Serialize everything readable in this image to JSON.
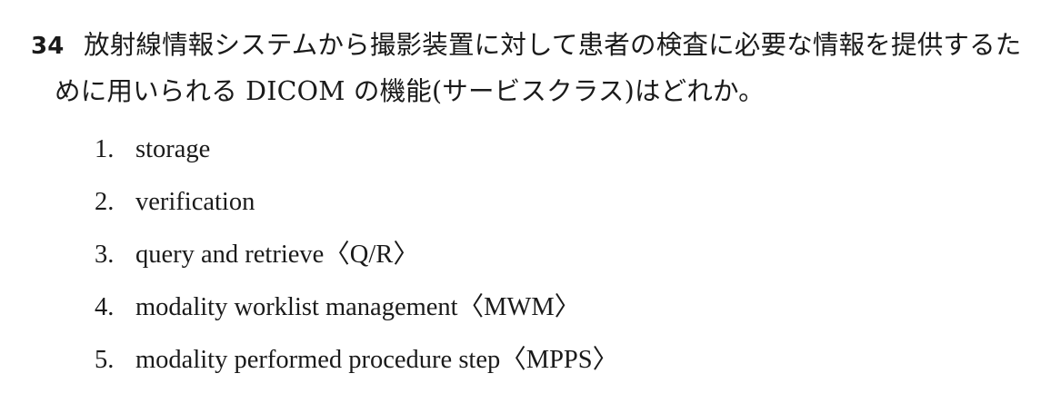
{
  "question": {
    "number": "34",
    "text_line1": "放射線情報システムから撮影装置に対して患者の検査に必要な情報を提供するた",
    "text_line2": "めに用いられる DICOM の機能(サービスクラス)はどれか。"
  },
  "choices": [
    {
      "num": "1.",
      "text": "storage"
    },
    {
      "num": "2.",
      "text": "verification"
    },
    {
      "num": "3.",
      "text": "query and retrieve〈Q/R〉"
    },
    {
      "num": "4.",
      "text": "modality worklist management〈MWM〉"
    },
    {
      "num": "5.",
      "text": "modality performed procedure step〈MPPS〉"
    }
  ]
}
